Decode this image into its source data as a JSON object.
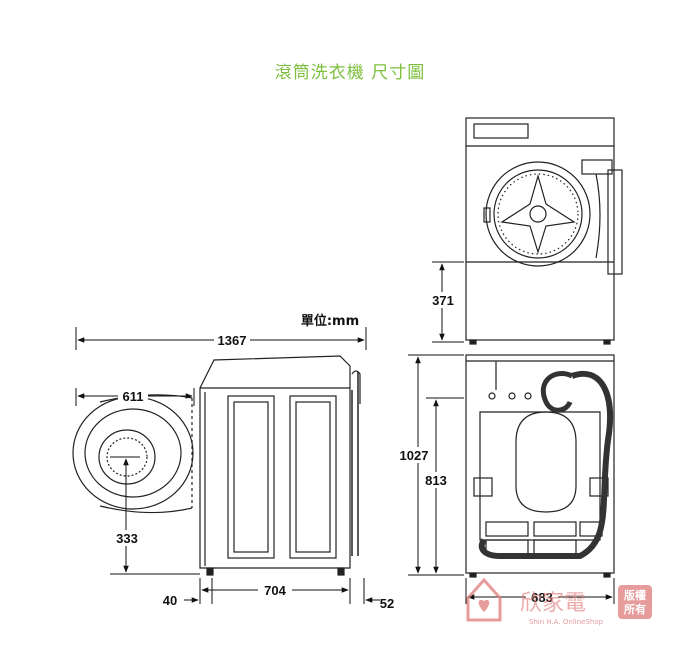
{
  "title": "滾筒洗衣機 尺寸圖",
  "unit_label": "單位:mm",
  "dimensions": {
    "total_depth": "1367",
    "door_swing": "611",
    "door_center_height": "333",
    "foot_offset": "40",
    "body_depth": "704",
    "rear_offset": "52",
    "total_height": "1027",
    "body_height": "813",
    "width": "683",
    "stack_base_height": "371"
  },
  "watermark": {
    "brand": "欣家電",
    "badge_line1": "版權",
    "badge_line2": "所有",
    "subtitle": "Shin H.A. OnlineShop"
  },
  "colors": {
    "title": "#7cbf3c",
    "line": "#222222",
    "watermark": "#e07c7c"
  }
}
